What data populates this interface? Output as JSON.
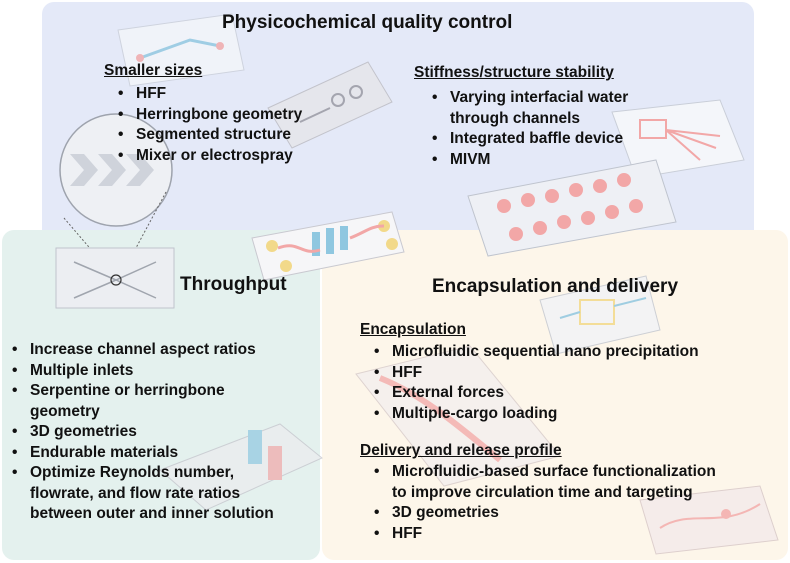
{
  "sections": {
    "physicochemical": {
      "title": "Physicochemical quality control",
      "smaller_sizes": {
        "heading": "Smaller sizes",
        "items": [
          "HFF",
          "Herringbone geometry",
          "Segmented structure",
          "Mixer or electrospray"
        ]
      },
      "stiffness": {
        "heading": "Stiffness/structure stability",
        "items": [
          "Varying interfacial water",
          "through channels",
          "Integrated baffle device",
          "MIVM"
        ]
      }
    },
    "throughput": {
      "title": "Throughput",
      "items": [
        "Increase channel aspect ratios",
        "Multiple inlets",
        "Serpentine or herringbone",
        "geometry",
        "3D geometries",
        "Endurable materials",
        "Optimize Reynolds number,",
        "flowrate, and flow rate ratios",
        "between outer and inner solution"
      ]
    },
    "encapsulation_delivery": {
      "title": "Encapsulation and delivery",
      "encapsulation": {
        "heading": "Encapsulation",
        "items": [
          "Microfluidic sequential nano precipitation",
          "HFF",
          "External forces",
          "Multiple-cargo loading"
        ]
      },
      "delivery": {
        "heading": "Delivery and release profile",
        "items": [
          "Microfluidic-based surface functionalization",
          "to improve circulation time and targeting",
          "3D geometries",
          "HFF"
        ]
      }
    }
  },
  "colors": {
    "top_panel": "#e4e9f8",
    "left_panel": "#e4f1ee",
    "right_panel": "#fdf6ea",
    "chip_pink": "#f2a7a7",
    "chip_blue": "#8fc7e0",
    "chip_yellow": "#f2d98a"
  }
}
